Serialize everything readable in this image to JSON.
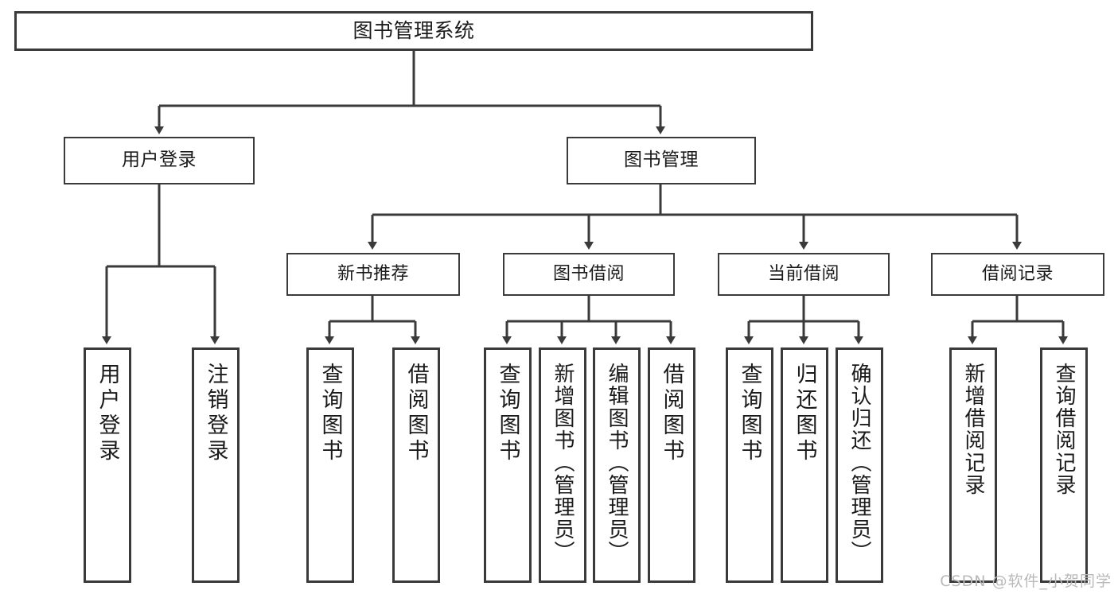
{
  "diagram": {
    "title": "图书管理系统",
    "type": "功能结构图",
    "stroke_color": "#3a3a3a",
    "fill_color": "#ffffff",
    "text_color": "#1a1a1a"
  },
  "root": {
    "label": "图书管理系统"
  },
  "level2": [
    {
      "label": "用户登录"
    },
    {
      "label": "图书管理"
    }
  ],
  "level3": [
    {
      "label": "新书推荐"
    },
    {
      "label": "图书借阅"
    },
    {
      "label": "当前借阅"
    },
    {
      "label": "借阅记录"
    }
  ],
  "leaves": [
    {
      "label": "用户登录",
      "parent": "用户登录"
    },
    {
      "label": "注销登录",
      "parent": "用户登录"
    },
    {
      "label": "查询图书",
      "parent": "新书推荐"
    },
    {
      "label": "借阅图书",
      "parent": "新书推荐"
    },
    {
      "label": "查询图书",
      "parent": "图书借阅"
    },
    {
      "label": "新增图书（管理员）",
      "parent": "图书借阅"
    },
    {
      "label": "编辑图书（管理员）",
      "parent": "图书借阅"
    },
    {
      "label": "借阅图书",
      "parent": "图书借阅"
    },
    {
      "label": "查询图书",
      "parent": "当前借阅"
    },
    {
      "label": "归还图书",
      "parent": "当前借阅"
    },
    {
      "label": "确认归还（管理员）",
      "parent": "当前借阅"
    },
    {
      "label": "新增借阅记录",
      "parent": "借阅记录"
    },
    {
      "label": "查询借阅记录",
      "parent": "借阅记录"
    }
  ],
  "watermark": {
    "text": "CSDN @软件_小贺同学"
  }
}
